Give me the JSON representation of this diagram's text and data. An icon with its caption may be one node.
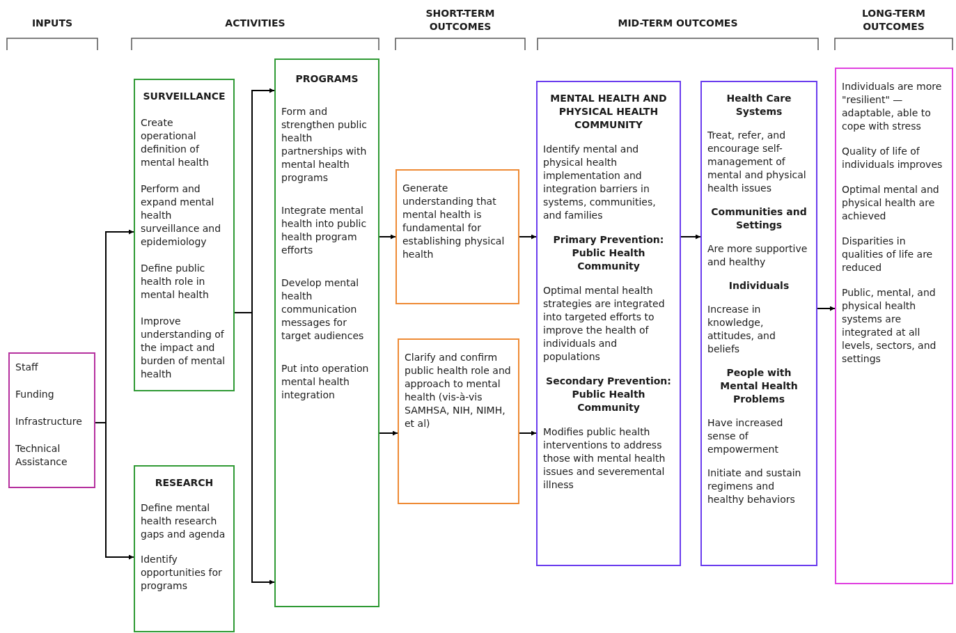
{
  "diagram": {
    "nodes": [
      {
        "text": [
          "Staff",
          "Funding",
          "Infrastructure",
          "Technical Assistance"
        ]
      },
      {
        "text": [
          "SURVEILLANCE",
          "Create operational definition of mental health",
          "Perform and expand mental health surveillance and epidemiology",
          "Define public health role in mental health",
          "Improve understanding of the impact and burden of mental health"
        ]
      },
      {
        "text": [
          "RESEARCH",
          "Define mental health research gaps and agenda",
          "Identify opportunities for programs"
        ]
      },
      {
        "text": [
          "PROGRAMS",
          "Form and strengthen public health partnerships with mental health programs",
          "Integrate mental health into public health program efforts",
          "Develop mental health communication messages for target audiences",
          "Put into operation mental health integration"
        ]
      },
      {
        "text": [
          "Generate understanding that mental health is fundamental for establishing physical health"
        ]
      },
      {
        "text": [
          "Clarify and confirm public health role and approach to mental health (vis-à-vis SAMHSA, NIH, NIMH, et al)"
        ]
      },
      {
        "text": [
          "MENTAL HEALTH AND PHYSICAL HEALTH COMMUNITY",
          "Identify mental and physical health implementation and integration barriers in systems, communities, and families",
          "Primary Prevention: Public Health Community",
          "Optimal mental health strategies are integrated into targeted efforts to improve the health of individuals and populations",
          "Secondary Prevention: Public Health Community",
          "Modifies public health interventions to address those with mental health issues and severemental illness"
        ]
      },
      {
        "text": [
          "Health Care Systems",
          "Treat, refer, and encourage self-management of mental and physical health issues",
          "Communities and Settings",
          "Are more supportive and healthy",
          "Individuals",
          "Increase in knowledge, attitudes, and beliefs",
          "People with Mental Health Problems",
          "Have increased sense of empowerment",
          "Initiate and sustain regimens and healthy behaviors"
        ]
      },
      {
        "text": [
          "Individuals are more \"resilient\" — adaptable, able to cope with stress",
          "Quality of life of individuals improves",
          "Optimal mental and physical health are achieved",
          "Disparities in qualities of life are reduced",
          "Public, mental, and physical health systems are integrated at all levels, sectors, and settings"
        ]
      }
    ],
    "edges": [
      {
        "from": 0,
        "to": 1,
        "arrow": "to"
      },
      {
        "from": 0,
        "to": 2,
        "arrow": "to"
      },
      {
        "from": 1,
        "to": 3,
        "arrow": "to"
      },
      {
        "from": 1,
        "to": 3,
        "arrow": "to"
      },
      {
        "from": 3,
        "to": 4,
        "arrow": "to"
      },
      {
        "from": 3,
        "to": 5,
        "arrow": "to"
      },
      {
        "from": 4,
        "to": 6,
        "arrow": "to"
      },
      {
        "from": 5,
        "to": 6,
        "arrow": "to"
      },
      {
        "from": 6,
        "to": 7,
        "arrow": "to"
      },
      {
        "from": 7,
        "to": 8,
        "arrow": "to"
      }
    ],
    "labels": [
      "INPUTS",
      "ACTIVITIES",
      "SHORT-TERM OUTCOMES",
      "MID-TERM OUTCOMES",
      "LONG-TERM OUTCOMES"
    ]
  }
}
